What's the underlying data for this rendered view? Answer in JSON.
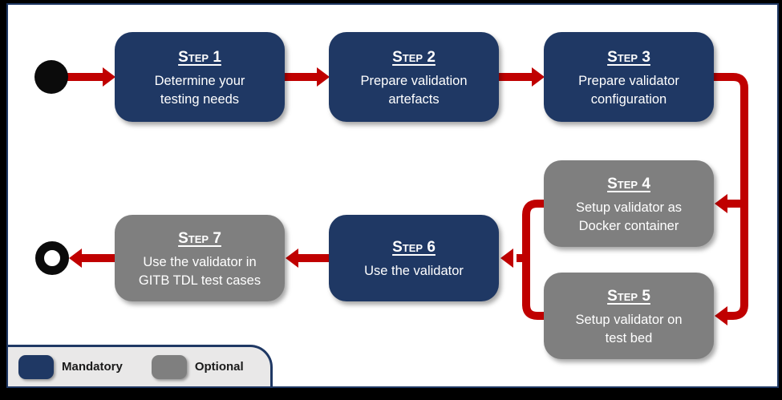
{
  "steps": [
    {
      "id": 1,
      "title": "Step 1",
      "text": "Determine your\ntesting needs",
      "type": "mandatory"
    },
    {
      "id": 2,
      "title": "Step 2",
      "text": "Prepare validation\nartefacts",
      "type": "mandatory"
    },
    {
      "id": 3,
      "title": "Step 3",
      "text": "Prepare validator\nconfiguration",
      "type": "mandatory"
    },
    {
      "id": 4,
      "title": "Step 4",
      "text": "Setup validator as\nDocker container",
      "type": "optional"
    },
    {
      "id": 5,
      "title": "Step 5",
      "text": "Setup validator on\ntest bed",
      "type": "optional"
    },
    {
      "id": 6,
      "title": "Step 6",
      "text": "Use the validator",
      "type": "mandatory"
    },
    {
      "id": 7,
      "title": "Step 7",
      "text": "Use the validator in\nGITB TDL test cases",
      "type": "optional"
    }
  ],
  "legend": {
    "mandatory_label": "Mandatory",
    "optional_label": "Optional"
  },
  "colors": {
    "mandatory": "#1F3864",
    "optional": "#7F7F7F",
    "connector": "#C00000",
    "frame": "#000000",
    "canvas_border": "#1F3864",
    "legend_background": "#E9E8E8"
  }
}
